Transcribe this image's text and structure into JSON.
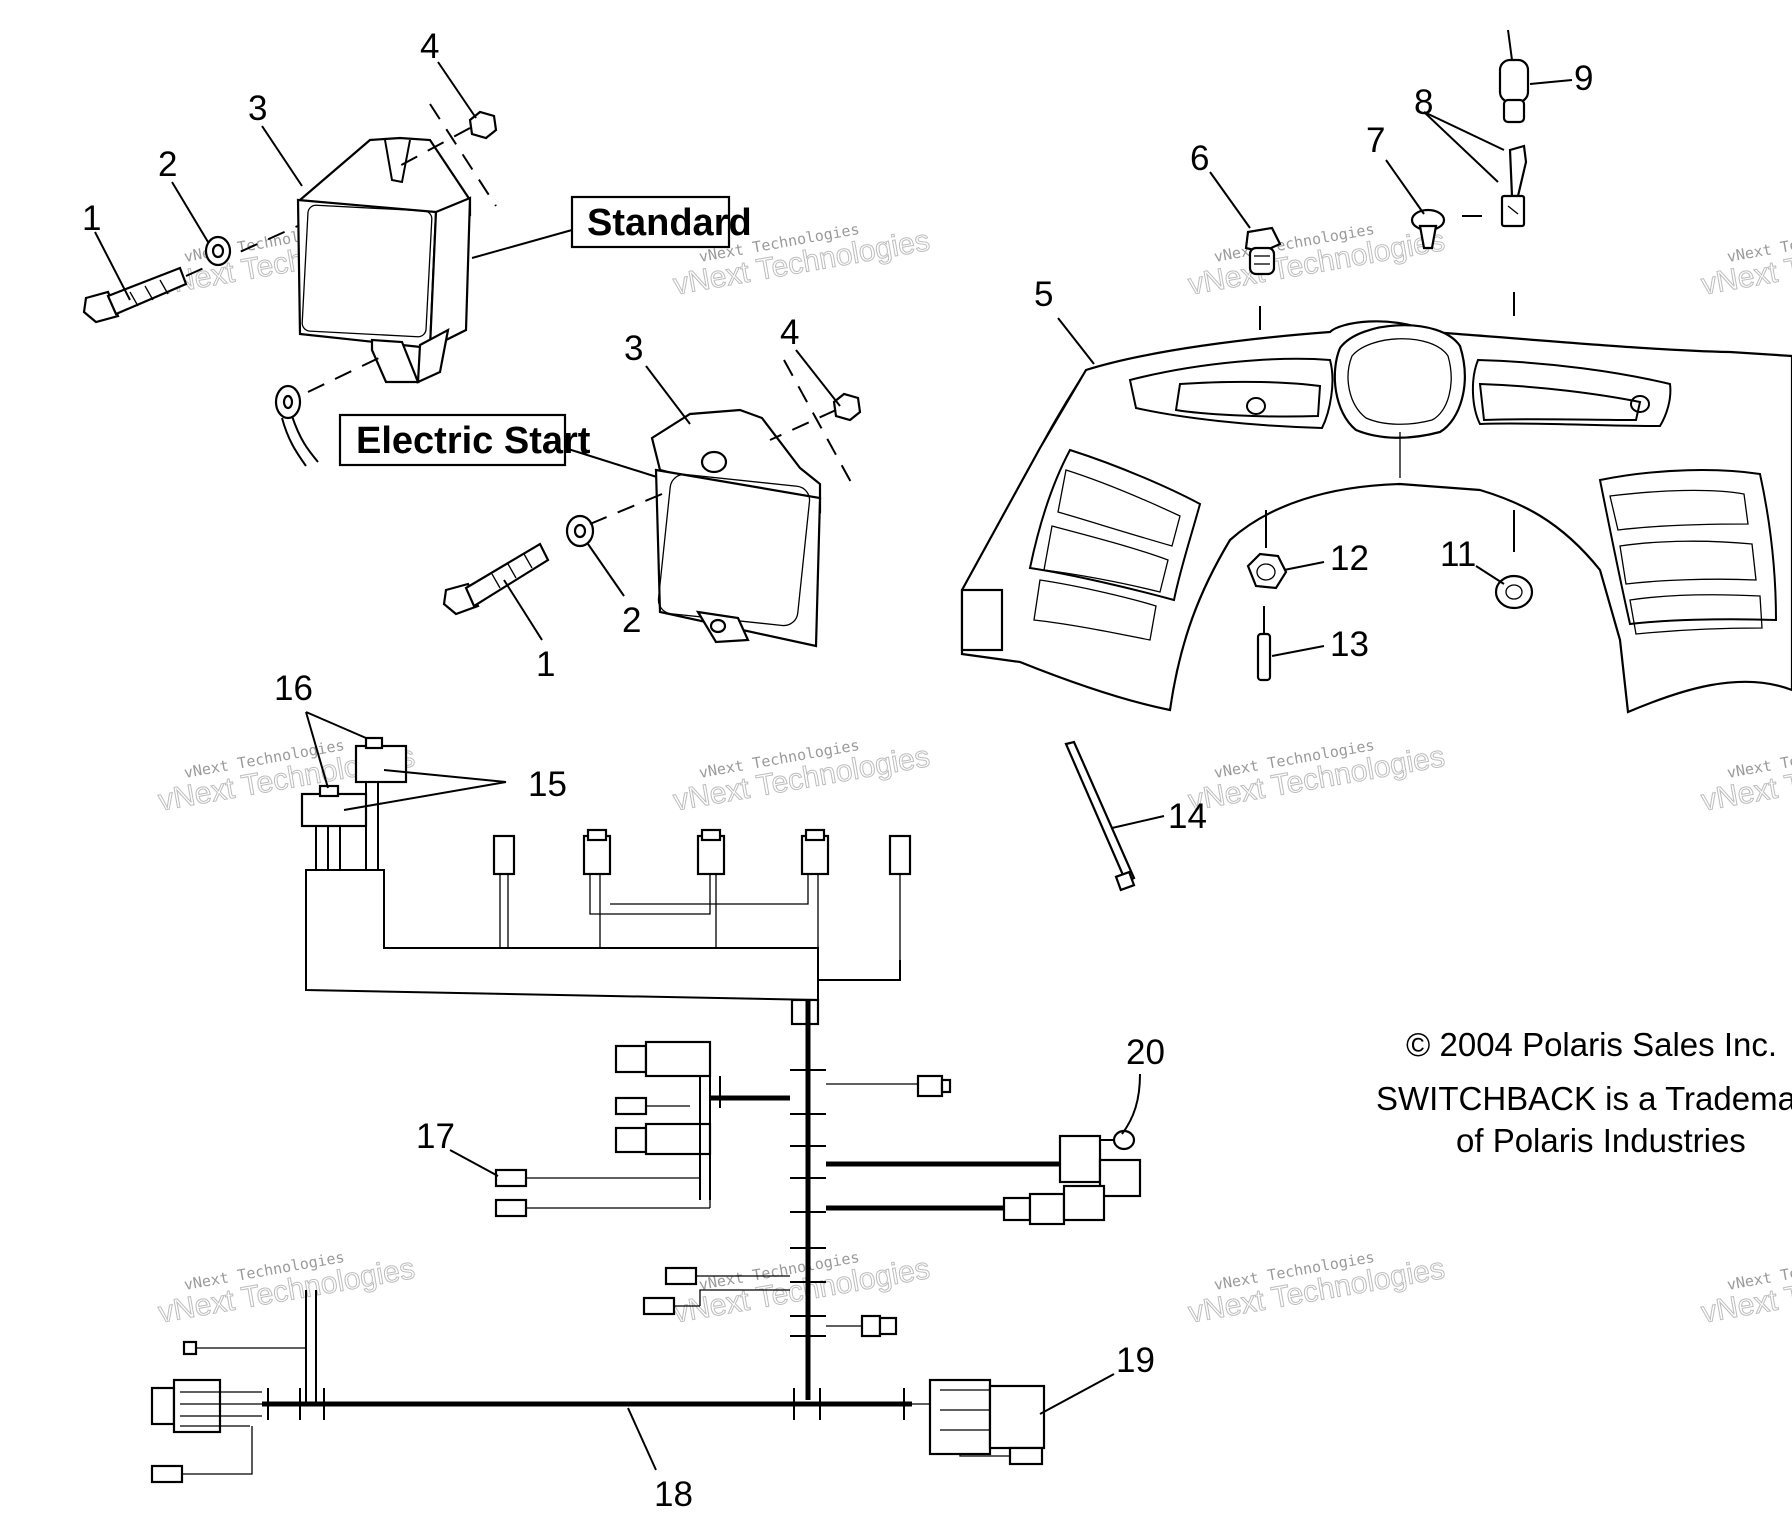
{
  "diagram": {
    "box_labels": {
      "standard": "Standard",
      "electric_start": "Electric Start"
    },
    "callouts": [
      {
        "id": "c1a",
        "text": "1"
      },
      {
        "id": "c2a",
        "text": "2"
      },
      {
        "id": "c3a",
        "text": "3"
      },
      {
        "id": "c4a",
        "text": "4"
      },
      {
        "id": "c3b",
        "text": "3"
      },
      {
        "id": "c4b",
        "text": "4"
      },
      {
        "id": "c1b",
        "text": "1"
      },
      {
        "id": "c2b",
        "text": "2"
      },
      {
        "id": "c5",
        "text": "5"
      },
      {
        "id": "c6",
        "text": "6"
      },
      {
        "id": "c7",
        "text": "7"
      },
      {
        "id": "c8",
        "text": "8"
      },
      {
        "id": "c9",
        "text": "9"
      },
      {
        "id": "c11",
        "text": "11"
      },
      {
        "id": "c12",
        "text": "12"
      },
      {
        "id": "c13",
        "text": "13"
      },
      {
        "id": "c14",
        "text": "14"
      },
      {
        "id": "c15",
        "text": "15"
      },
      {
        "id": "c16",
        "text": "16"
      },
      {
        "id": "c17",
        "text": "17"
      },
      {
        "id": "c18",
        "text": "18"
      },
      {
        "id": "c19",
        "text": "19"
      },
      {
        "id": "c20",
        "text": "20"
      }
    ],
    "copyright": {
      "line1": "© 2004 Polaris Sales Inc.",
      "line2": "SWITCHBACK is a Trademar",
      "line3": "of Polaris Industries"
    },
    "watermark": {
      "line1": "vNext Technologies",
      "line2": "vNext Technologies"
    }
  }
}
